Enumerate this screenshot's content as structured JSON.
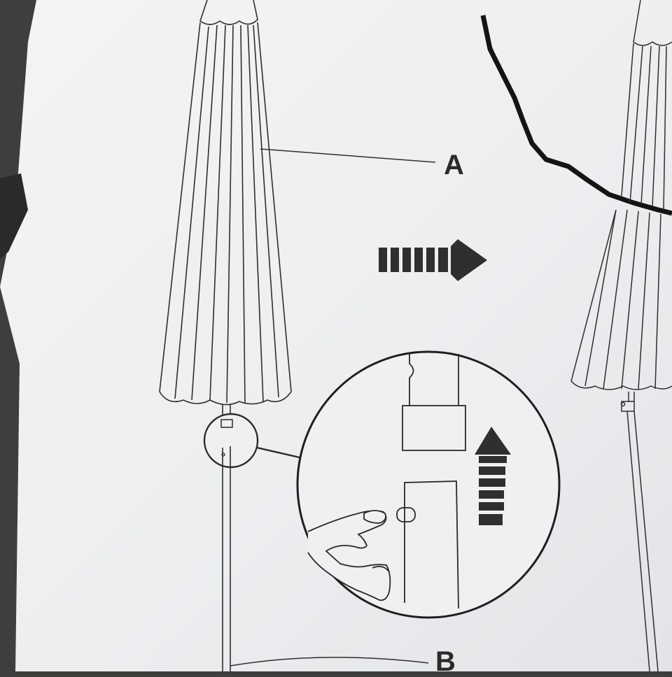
{
  "document": {
    "type": "assembly-instruction-sheet",
    "labels": {
      "part_a": "A",
      "part_b": "B"
    },
    "arrows": {
      "step_direction": "right",
      "slide_direction": "up"
    },
    "icons": [
      "dashed-arrow-right-icon",
      "dashed-arrow-up-icon",
      "hand-icon",
      "magnifier-callout-icon"
    ],
    "colors": {
      "paper": "#eef0f2",
      "ink": "#2b2b2b",
      "background": "#3e3e3c"
    }
  }
}
